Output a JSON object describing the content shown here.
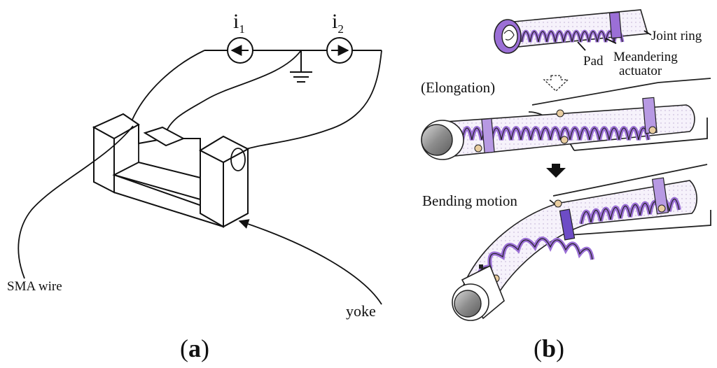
{
  "panel_a": {
    "current_1": {
      "base": "i",
      "sub": "1"
    },
    "current_2": {
      "base": "i",
      "sub": "2"
    },
    "sma_wire_label": "SMA wire",
    "yoke_label": "yoke",
    "caption": {
      "open": "(",
      "letter": "a",
      "close": ")"
    }
  },
  "panel_b": {
    "joint_ring_label": "Joint ring",
    "pad_label": "Pad",
    "meandering_label_1": "Meandering",
    "meandering_label_2": "actuator",
    "elongation_label": "(Elongation)",
    "bending_label": "Bending motion",
    "caption": {
      "open": "(",
      "letter": "b",
      "close": ")"
    }
  },
  "colors": {
    "actuator_purple": "#9b6fd6",
    "actuator_light": "#d9c6f2",
    "tube_fill": "#f3eef8",
    "pad_fill": "#e9cda0",
    "tip_gray": "#9a9a9a"
  }
}
